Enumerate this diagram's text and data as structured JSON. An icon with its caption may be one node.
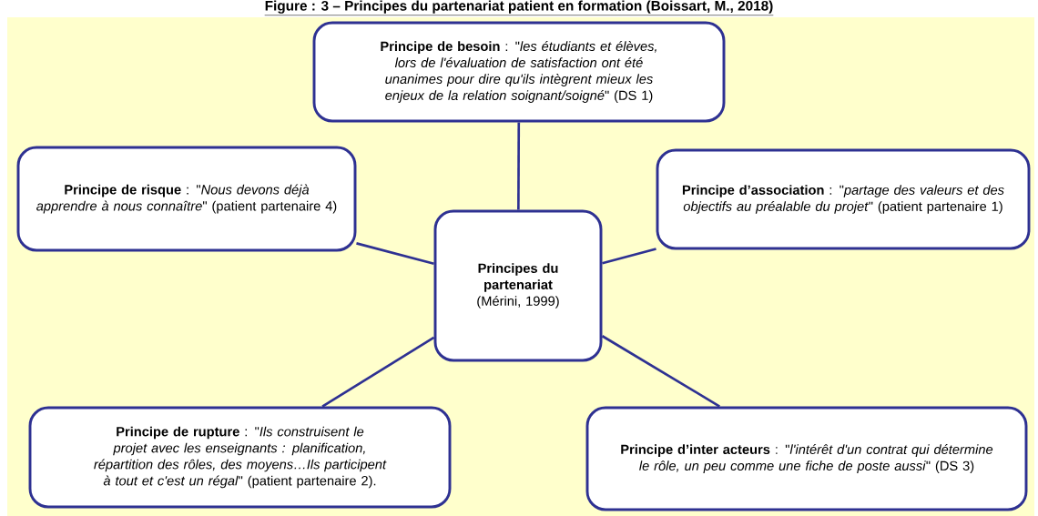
{
  "diagram": {
    "title": "Figure : 3 – Principes du partenariat patient en formation (Boissart, M., 2018)",
    "nodes": [
      {
        "text": [
          "**Principe de besoin** : \"*les étudiants et élèves, lors de l'évaluation de satisfaction ont été unanimes pour dire qu'ils intègrent mieux les enjeux de la relation soignant/soigné*\" (DS 1)"
        ]
      },
      {
        "text": [
          "**Principe de risque** : \"*Nous devons déjà apprendre à nous connaître*\" (patient partenaire 4)"
        ]
      },
      {
        "text": [
          "**Principe d’association** : \"*partage des valeurs et des objectifs au préalable du projet*\" (patient partenaire 1)"
        ]
      },
      {
        "text": [
          "Principes du partenariat",
          "(Mérini, 1999)"
        ]
      },
      {
        "text": [
          "**Principe de rupture** : \"*Ils construisent le projet avec les enseignants : planification, répartition des rôles, des moyens…Ils participent à tout et c'est un régal*\" (patient partenaire 2)."
        ]
      },
      {
        "text": [
          "**Principe d’inter acteurs** : \"*l'intérêt d'un contrat qui détermine le rôle, un peu comme une fiche de poste aussi*\" (DS 3)"
        ]
      }
    ],
    "edges": [
      {
        "from": 3,
        "to": 0,
        "arrow": "none"
      },
      {
        "from": 3,
        "to": 1,
        "arrow": "none"
      },
      {
        "from": 3,
        "to": 2,
        "arrow": "none"
      },
      {
        "from": 3,
        "to": 4,
        "arrow": "none"
      },
      {
        "from": 3,
        "to": 5,
        "arrow": "none"
      }
    ]
  }
}
